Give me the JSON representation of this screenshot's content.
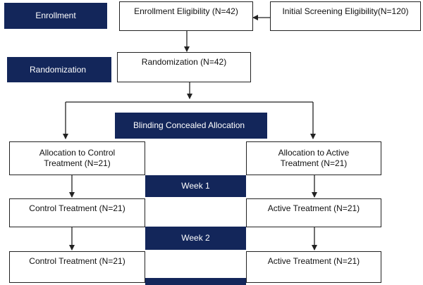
{
  "stages": {
    "enrollment": "Enrollment",
    "randomization": "Randomization",
    "blinding": "Blinding Concealed Allocation",
    "week1": "Week 1",
    "week2": "Week 2"
  },
  "boxes": {
    "enrollment_eligibility": "Enrollment Eligibility (N=42)",
    "initial_screening": "Initial Screening Eligibility(N=120)",
    "randomization": "Randomization (N=42)",
    "allocation_control": "Allocation to Control Treatment (N=21)",
    "allocation_active": "Allocation to Active Treatment (N=21)",
    "control_week1": "Control Treatment (N=21)",
    "active_week1": "Active Treatment (N=21)",
    "control_week2": "Control Treatment (N=21)",
    "active_week2": "Active Treatment (N=21)"
  },
  "colors": {
    "label_fill": "#13265a",
    "line": "#222222"
  }
}
